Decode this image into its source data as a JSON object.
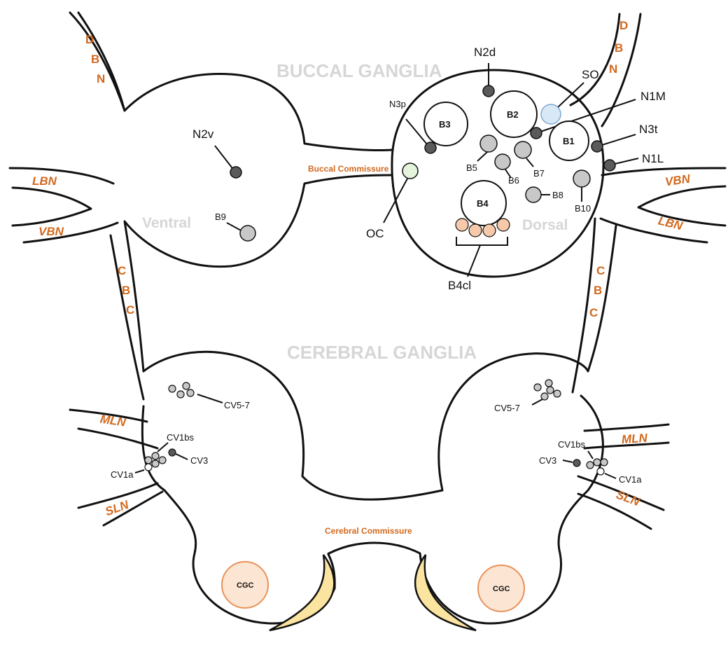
{
  "titles": {
    "buccal": "BUCCAL GANGLIA",
    "cerebral": "CEREBRAL GANGLIA",
    "ventral": "Ventral",
    "dorsal": "Dorsal"
  },
  "commissures": {
    "buccal": "Buccal Commissure",
    "cerebral": "Cerebral Commissure"
  },
  "nerves": {
    "dbn_left": [
      "D",
      "B",
      "N"
    ],
    "dbn_right": [
      "D",
      "B",
      "N"
    ],
    "cbc_left": [
      "C",
      "B",
      "C"
    ],
    "cbc_right": [
      "C",
      "B",
      "C"
    ],
    "lbn_left": "LBN",
    "vbn_left": "VBN",
    "vbn_right": "VBN",
    "lbn_right": "LBN",
    "mln_left": "MLN",
    "sln_left": "SLN",
    "mln_right": "MLN",
    "sln_right": "SLN"
  },
  "neurons": {
    "n2v": "N2v",
    "b9": "B9",
    "n2d": "N2d",
    "so": "SO",
    "n1m": "N1M",
    "n3p": "N3p",
    "b3": "B3",
    "b2": "B2",
    "b1": "B1",
    "n3t": "N3t",
    "n1l": "N1L",
    "b5": "B5",
    "b6": "B6",
    "b7": "B7",
    "b8": "B8",
    "b10": "B10",
    "oc": "OC",
    "b4": "B4",
    "b4cl": "B4cl",
    "cv57_left": "CV5-7",
    "cv1bs_left": "CV1bs",
    "cv3_left": "CV3",
    "cv1a_left": "CV1a",
    "cv57_right": "CV5-7",
    "cv1bs_right": "CV1bs",
    "cv3_right": "CV3",
    "cv1a_right": "CV1a",
    "cgc_left": "CGC",
    "cgc_right": "CGC"
  },
  "colors": {
    "nerve_label": "#d2691e",
    "title_gray": "#d6d6d6",
    "dark_cell": "#5a5a5a",
    "light_cell": "#c8c8c8",
    "so_cell": "#d9e8f7",
    "oc_cell": "#e4f3dc",
    "b4cl_cell": "#f6c9aa",
    "cgc_fill": "#fde5d3",
    "cgc_stroke": "#e8925a",
    "crescent": "#fbe3a0"
  }
}
